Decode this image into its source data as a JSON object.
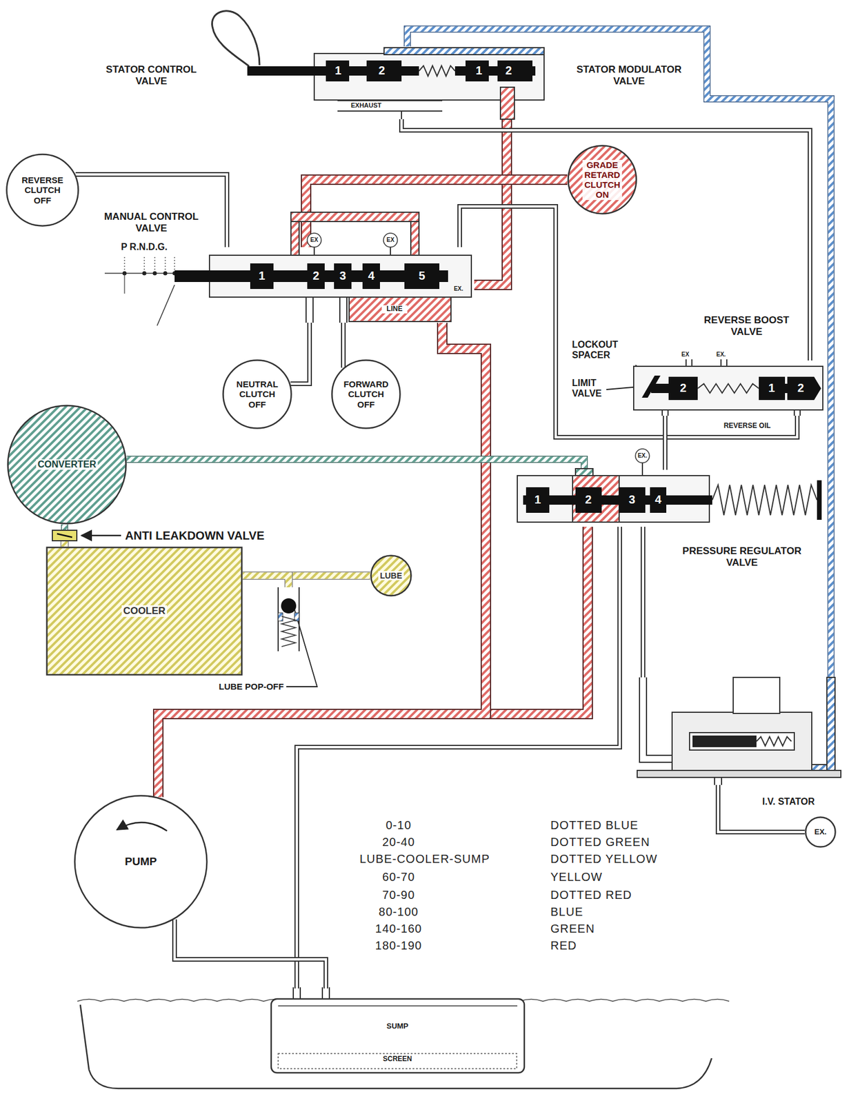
{
  "diagram": {
    "nodes": [
      {
        "text": [
          "STATOR CONTROL VALVE",
          "1",
          "2",
          "1",
          "2",
          "EXHAUST",
          "STATOR MODULATOR VALVE"
        ]
      },
      {
        "text": [
          "REVERSE CLUTCH OFF"
        ]
      },
      {
        "text": [
          "GRADE RETARD CLUTCH ON"
        ]
      },
      {
        "text": [
          "MANUAL CONTROL VALVE",
          "P R.N.D.G.",
          "EX",
          "EX",
          "1",
          "2",
          "3",
          "4",
          "5",
          "EX.",
          "LINE"
        ]
      },
      {
        "text": [
          "NEUTRAL CLUTCH OFF"
        ]
      },
      {
        "text": [
          "FORWARD CLUTCH OFF"
        ]
      },
      {
        "text": [
          "REVERSE BOOST VALVE",
          "LOCKOUT SPACER",
          "LIMIT VALVE",
          "EX",
          "EX.",
          "2",
          "1",
          "2",
          "REVERSE OIL"
        ]
      },
      {
        "text": [
          "CONVERTER"
        ]
      },
      {
        "text": [
          "EX.",
          "1",
          "2",
          "3",
          "4",
          "PRESSURE REGULATOR VALVE"
        ]
      },
      {
        "text": [
          "ANTI LEAKDOWN VALVE"
        ]
      },
      {
        "text": [
          "COOLER"
        ]
      },
      {
        "text": [
          "LUBE"
        ]
      },
      {
        "text": [
          "LUBE POP-OFF"
        ]
      },
      {
        "text": [
          "I.V. STATOR"
        ]
      },
      {
        "text": [
          "EX."
        ]
      },
      {
        "text": [
          "PUMP"
        ]
      },
      {
        "text": [
          "SUMP",
          "SCREEN"
        ]
      }
    ],
    "edges": [
      {
        "from": 15,
        "to": 8,
        "arrow": "none"
      },
      {
        "from": 15,
        "to": 3,
        "arrow": "none"
      },
      {
        "from": 3,
        "to": 0,
        "arrow": "none"
      },
      {
        "from": 3,
        "to": 2,
        "arrow": "none"
      },
      {
        "from": 3,
        "to": 1,
        "arrow": "none"
      },
      {
        "from": 3,
        "to": 4,
        "arrow": "none"
      },
      {
        "from": 3,
        "to": 5,
        "arrow": "none"
      },
      {
        "from": 3,
        "to": 6,
        "arrow": "none"
      },
      {
        "from": 6,
        "to": 8,
        "arrow": "none"
      },
      {
        "from": 8,
        "to": 7,
        "arrow": "none"
      },
      {
        "from": 7,
        "to": 9,
        "arrow": "none"
      },
      {
        "from": 9,
        "to": 10,
        "arrow": "none"
      },
      {
        "from": 10,
        "to": 11,
        "arrow": "none"
      },
      {
        "from": 10,
        "to": 12,
        "arrow": "none"
      },
      {
        "from": 8,
        "to": 16,
        "arrow": "none"
      },
      {
        "from": 8,
        "to": 13,
        "arrow": "none"
      },
      {
        "from": 0,
        "to": 13,
        "arrow": "none"
      },
      {
        "from": 0,
        "to": 6,
        "arrow": "none"
      },
      {
        "from": 13,
        "to": 14,
        "arrow": "none"
      },
      {
        "from": 16,
        "to": 15,
        "arrow": "none"
      }
    ],
    "labels": [
      "0-10",
      "DOTTED BLUE",
      "20-40",
      "DOTTED GREEN",
      "LUBE-COOLER-SUMP",
      "DOTTED YELLOW",
      "60-70",
      "YELLOW",
      "70-90",
      "DOTTED RED",
      "80-100",
      "BLUE",
      "140-160",
      "GREEN",
      "180-190",
      "RED"
    ]
  }
}
